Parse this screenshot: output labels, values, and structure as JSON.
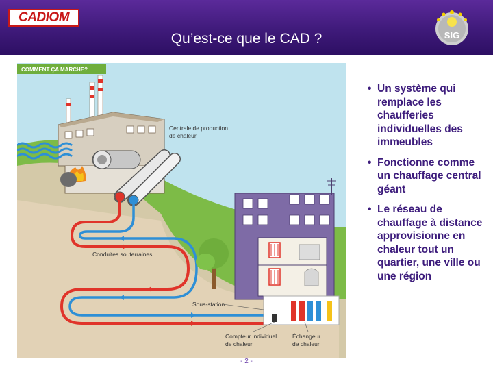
{
  "header": {
    "logo_text": "CADIOM",
    "title": "Qu’est-ce que le CAD ?",
    "sig_logo_text": "SIG"
  },
  "diagram": {
    "banner": "COMMENT ÇA MARCHE?",
    "labels": {
      "central_line1": "Centrale de production",
      "central_line2": "de chaleur",
      "conduites": "Conduites souterraines",
      "sous_station": "Sous-station",
      "compteur_line1": "Compteur individuel",
      "compteur_line2": "de chaleur",
      "echangeur_line1": "Échangeur",
      "echangeur_line2": "de chaleur"
    }
  },
  "bullets": [
    "Un système qui remplace les chaufferies individuelles des immeubles",
    "Fonctionne comme un chauffage central géant",
    "Le réseau de chauffage à distance approvisionne en chaleur tout un quartier, une ville ou une région"
  ],
  "footer": {
    "page_number": "- 2 -"
  },
  "colors": {
    "header_purple": "#3f1a7a",
    "bullet_text": "#3d1c7c",
    "hot_pipe": "#e0342a",
    "cold_pipe": "#2e8fd6",
    "banner_green": "#6fae3c"
  }
}
